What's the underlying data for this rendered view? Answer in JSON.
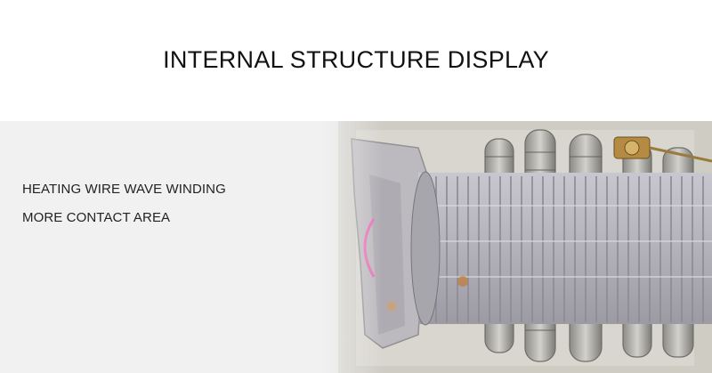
{
  "header": {
    "title": "INTERNAL STRUCTURE DISPLAY"
  },
  "captions": [
    "HEATING WIRE WAVE WINDING",
    "MORE CONTACT AREA"
  ],
  "product_photo": {
    "subject": "heating-element-internal-structure",
    "colors": {
      "metal": "#a9a7a2",
      "tube": "#bdbcc2",
      "accent_pink": "#e96fb6",
      "board": "#cfcdc6"
    }
  }
}
